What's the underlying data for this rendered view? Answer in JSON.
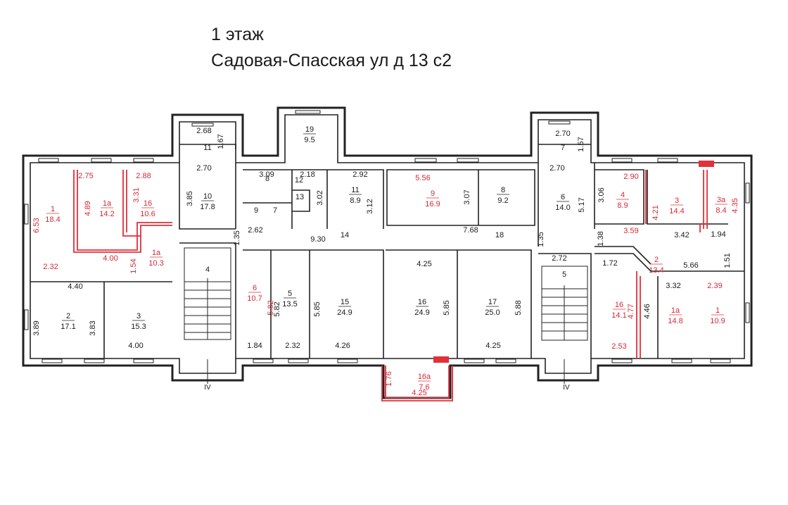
{
  "title": {
    "line1": "1 этаж",
    "line2": "Садовая-Спасская ул д 13 с2"
  },
  "colors": {
    "red": "#e0303a",
    "black": "#222222"
  },
  "rooms": [
    {
      "num": "1",
      "area": "18.4",
      "color": "red"
    },
    {
      "num": "1а",
      "area": "14.2",
      "color": "red"
    },
    {
      "num": "16",
      "area": "10.6",
      "color": "red"
    },
    {
      "num": "1а",
      "area": "10.3",
      "color": "red"
    },
    {
      "num": "2",
      "area": "17.1",
      "color": "black"
    },
    {
      "num": "3",
      "area": "15.3",
      "color": "black"
    },
    {
      "num": "11",
      "area": "",
      "color": "black"
    },
    {
      "num": "10",
      "area": "17.8",
      "color": "black"
    },
    {
      "num": "19",
      "area": "9.5",
      "color": "black"
    },
    {
      "num": "8",
      "area": "",
      "color": "black"
    },
    {
      "num": "12",
      "area": "",
      "color": "black"
    },
    {
      "num": "11",
      "area": "8.9",
      "color": "black"
    },
    {
      "num": "9",
      "area": "",
      "color": "black"
    },
    {
      "num": "7",
      "area": "",
      "color": "black"
    },
    {
      "num": "13",
      "area": "",
      "color": "black"
    },
    {
      "num": "9",
      "area": "16.9",
      "color": "red"
    },
    {
      "num": "8",
      "area": "9.2",
      "color": "black"
    },
    {
      "num": "7",
      "area": "",
      "color": "black"
    },
    {
      "num": "6",
      "area": "14.0",
      "color": "black"
    },
    {
      "num": "4",
      "area": "8.9",
      "color": "red"
    },
    {
      "num": "3",
      "area": "14.4",
      "color": "red"
    },
    {
      "num": "3а",
      "area": "8.4",
      "color": "red"
    },
    {
      "num": "14",
      "area": "",
      "color": "black"
    },
    {
      "num": "18",
      "area": "",
      "color": "black"
    },
    {
      "num": "4",
      "area": "",
      "color": "black"
    },
    {
      "num": "6",
      "area": "10.7",
      "color": "red"
    },
    {
      "num": "5",
      "area": "13.5",
      "color": "black"
    },
    {
      "num": "15",
      "area": "24.9",
      "color": "black"
    },
    {
      "num": "16",
      "area": "24.9",
      "color": "black"
    },
    {
      "num": "17",
      "area": "25.0",
      "color": "black"
    },
    {
      "num": "5",
      "area": "",
      "color": "black"
    },
    {
      "num": "2",
      "area": "13.4",
      "color": "red"
    },
    {
      "num": "16",
      "area": "14.1",
      "color": "red"
    },
    {
      "num": "1а",
      "area": "14.8",
      "color": "red"
    },
    {
      "num": "1",
      "area": "10.9",
      "color": "red"
    },
    {
      "num": "16а",
      "area": "7.6",
      "color": "red"
    }
  ],
  "dimensions": [
    {
      "text": "6.53",
      "color": "red"
    },
    {
      "text": "2.75",
      "color": "red"
    },
    {
      "text": "4.89",
      "color": "red"
    },
    {
      "text": "2.88",
      "color": "red"
    },
    {
      "text": "3.31",
      "color": "red"
    },
    {
      "text": "2.32",
      "color": "red"
    },
    {
      "text": "4.00",
      "color": "red"
    },
    {
      "text": "1.54",
      "color": "red"
    },
    {
      "text": "4.40",
      "color": "black"
    },
    {
      "text": "3.89",
      "color": "black"
    },
    {
      "text": "3.83",
      "color": "black"
    },
    {
      "text": "4.00",
      "color": "black"
    },
    {
      "text": "2.68",
      "color": "black"
    },
    {
      "text": "1.67",
      "color": "black"
    },
    {
      "text": "2.70",
      "color": "black"
    },
    {
      "text": "3.85",
      "color": "black"
    },
    {
      "text": "1.35",
      "color": "black"
    },
    {
      "text": "2.62",
      "color": "black"
    },
    {
      "text": "3.09",
      "color": "black"
    },
    {
      "text": "2.18",
      "color": "black"
    },
    {
      "text": "3.02",
      "color": "black"
    },
    {
      "text": "2.92",
      "color": "black"
    },
    {
      "text": "3.12",
      "color": "black"
    },
    {
      "text": "9.30",
      "color": "black"
    },
    {
      "text": "5.56",
      "color": "red"
    },
    {
      "text": "3.07",
      "color": "black"
    },
    {
      "text": "7.68",
      "color": "black"
    },
    {
      "text": "1.35",
      "color": "black"
    },
    {
      "text": "2.70",
      "color": "black"
    },
    {
      "text": "1.57",
      "color": "black"
    },
    {
      "text": "2.70",
      "color": "black"
    },
    {
      "text": "5.17",
      "color": "black"
    },
    {
      "text": "2.72",
      "color": "black"
    },
    {
      "text": "3.06",
      "color": "black"
    },
    {
      "text": "2.90",
      "color": "red"
    },
    {
      "text": "4.21",
      "color": "red"
    },
    {
      "text": "4.35",
      "color": "red"
    },
    {
      "text": "1.38",
      "color": "black"
    },
    {
      "text": "3.59",
      "color": "red"
    },
    {
      "text": "3.42",
      "color": "black"
    },
    {
      "text": "1.94",
      "color": "black"
    },
    {
      "text": "1.51",
      "color": "black"
    },
    {
      "text": "1.72",
      "color": "black"
    },
    {
      "text": "5.66",
      "color": "black"
    },
    {
      "text": "3.32",
      "color": "black"
    },
    {
      "text": "2.39",
      "color": "red"
    },
    {
      "text": "4.77",
      "color": "red"
    },
    {
      "text": "4.46",
      "color": "black"
    },
    {
      "text": "2.53",
      "color": "red"
    },
    {
      "text": "5.82",
      "color": "red"
    },
    {
      "text": "5.82",
      "color": "black"
    },
    {
      "text": "5.85",
      "color": "black"
    },
    {
      "text": "4.25",
      "color": "black"
    },
    {
      "text": "5.85",
      "color": "black"
    },
    {
      "text": "5.88",
      "color": "black"
    },
    {
      "text": "1.84",
      "color": "black"
    },
    {
      "text": "2.32",
      "color": "black"
    },
    {
      "text": "4.26",
      "color": "black"
    },
    {
      "text": "4.25",
      "color": "black"
    },
    {
      "text": "1.76",
      "color": "red"
    },
    {
      "text": "4.25",
      "color": "red"
    }
  ],
  "stair_labels": [
    {
      "text": "IV"
    },
    {
      "text": "IV"
    }
  ]
}
